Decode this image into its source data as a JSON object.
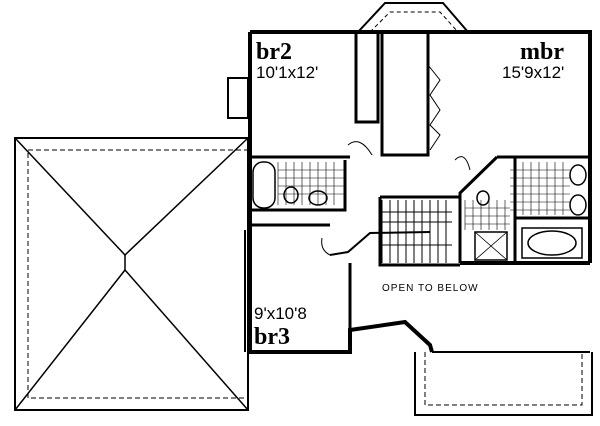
{
  "rooms": {
    "br2": {
      "name": "br2",
      "size": "10'1x12'"
    },
    "mbr": {
      "name": "mbr",
      "size": "15'9x12'"
    },
    "br3": {
      "name": "br3",
      "size": "9'x10'8"
    }
  },
  "notes": {
    "open": "OPEN TO BELOW"
  }
}
